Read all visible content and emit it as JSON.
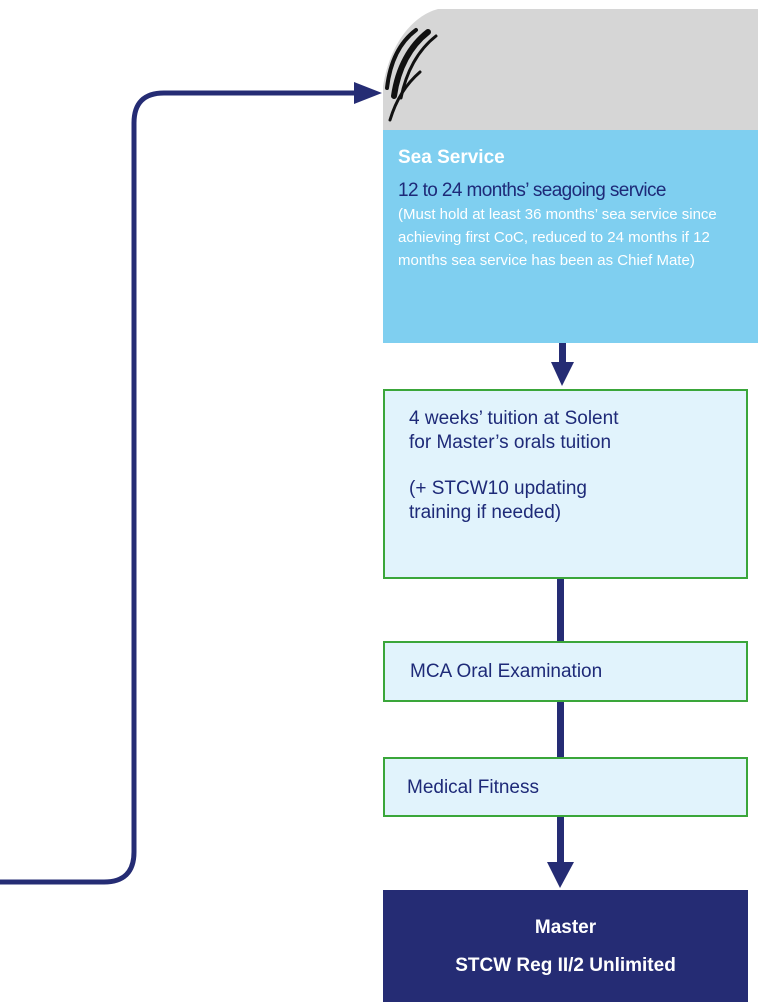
{
  "sea_service": {
    "title": "Sea Service",
    "subtitle": "12 to 24 months’ seagoing service",
    "note": "(Must hold at least 36 months’ sea service since achieving first CoC, reduced to 24 months if 12 months sea service has been as Chief Mate)"
  },
  "tuition": {
    "line1": "4 weeks’ tuition at Solent",
    "line2": "for Master’s orals tuition",
    "line3": "(+ STCW10 updating",
    "line4": "training if needed)"
  },
  "oral_exam": {
    "label": "MCA Oral Examination"
  },
  "medical": {
    "label": "Medical Fitness"
  },
  "master": {
    "title": "Master",
    "subtitle": "STCW Reg II/2 Unlimited"
  },
  "colors": {
    "navy": "#252c74",
    "sea_blue": "#7fcff0",
    "pale_blue": "#e1f3fc",
    "green_border": "#3aa63a",
    "tab_grey": "#d6d6d6",
    "text_navy": "#1e2a78"
  }
}
